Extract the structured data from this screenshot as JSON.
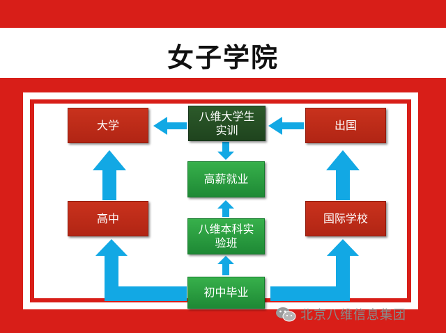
{
  "title": "女子学院",
  "nodes": {
    "university": "大学",
    "training": "八维大学生\n实训",
    "abroad": "出国",
    "high_salary": "高薪就业",
    "high_school": "高中",
    "undergrad_class": "八维本科实\n验班",
    "intl_school": "国际学校",
    "junior_grad": "初中毕业"
  },
  "watermark": "北京八维信息集团",
  "colors": {
    "red": "#d81e18",
    "arrow": "#12a8e4",
    "node_red": "#b8291a",
    "dark_green": "#244d23",
    "bright_green": "#2ba040"
  }
}
